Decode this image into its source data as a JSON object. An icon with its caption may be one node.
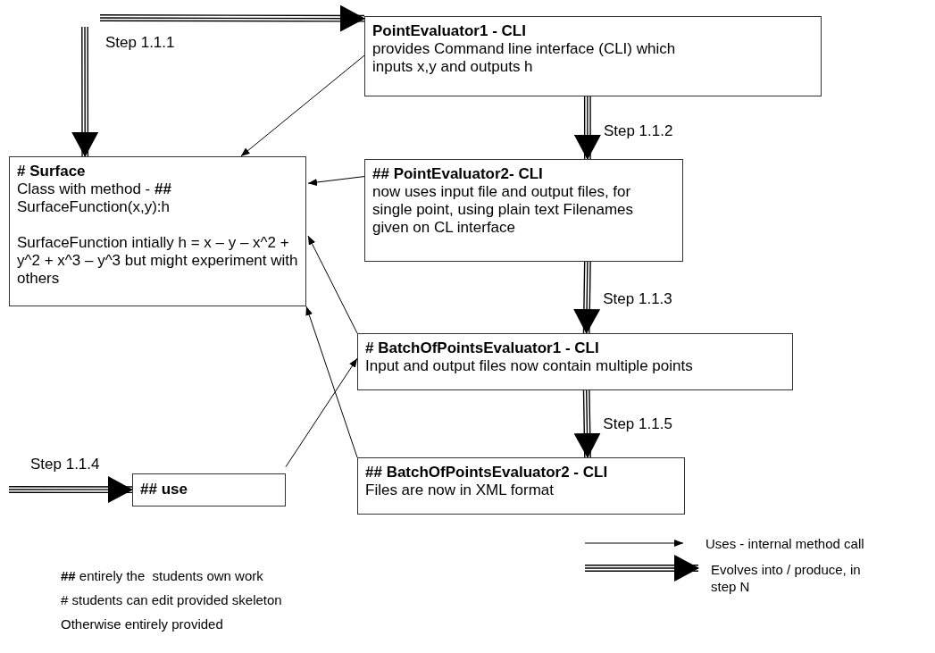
{
  "diagram": {
    "nodes": [
      {
        "text": [
          "# Surface",
          "Class with method - **##** SurfaceFunction(x,y):h",
          "SurfaceFunction intially h = x – y – x^2 + y^2 + x^3 – y^3 but might experiment with others"
        ]
      },
      {
        "text": [
          "PointEvaluator1 - CLI",
          "provides Command line interface (CLI) which inputs x,y and outputs h"
        ]
      },
      {
        "text": [
          "## PointEvaluator2- CLI",
          "now uses input file and output files, for single point, using plain text Filenames given on CL interface"
        ]
      },
      {
        "text": [
          "# BatchOfPointsEvaluator1 - CLI",
          "Input and output files now contain multiple points"
        ]
      },
      {
        "text": [
          "## BatchOfPointsEvaluator2 - CLI",
          "Files are now in XML format"
        ]
      },
      {
        "text": [
          "## use"
        ]
      }
    ],
    "edges": [
      {
        "from": null,
        "to": 1,
        "arrow": "to"
      },
      {
        "from": null,
        "to": 0,
        "arrow": "to"
      },
      {
        "from": 1,
        "to": 2,
        "arrow": "to",
        "label": "Step 1.1.2"
      },
      {
        "from": 2,
        "to": 3,
        "arrow": "to",
        "label": "Step 1.1.3"
      },
      {
        "from": 3,
        "to": 4,
        "arrow": "to",
        "label": "Step 1.1.5"
      },
      {
        "from": null,
        "to": 5,
        "arrow": "to",
        "label": "Step 1.1.4"
      },
      {
        "from": 1,
        "to": 0,
        "arrow": "to"
      },
      {
        "from": 2,
        "to": 0,
        "arrow": "to"
      },
      {
        "from": 3,
        "to": 0,
        "arrow": "to"
      },
      {
        "from": 4,
        "to": 0,
        "arrow": "to"
      },
      {
        "from": 5,
        "to": 3,
        "arrow": "to"
      }
    ],
    "labels": [
      "Step 1.1.1",
      "**##** entirely the  students own work",
      "# students can edit provided skeleton",
      "Otherwise entirely provided"
    ],
    "legend": [
      {
        "text": "Uses - internal method call"
      },
      {
        "text": "Evolves into / produce, in step N"
      }
    ]
  }
}
